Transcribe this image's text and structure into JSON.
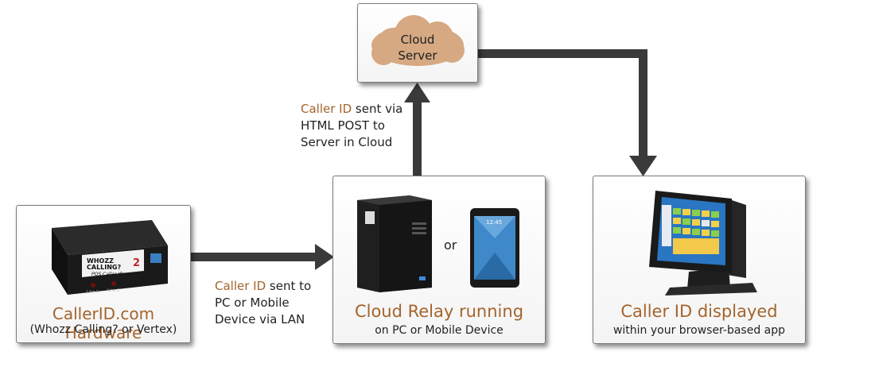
{
  "hardware": {
    "title": "CallerID.com Hardware",
    "subtitle": "(Whozz Calling? or Vertex)",
    "device_brand_line1": "WHOZZ",
    "device_brand_line2": "CALLING?",
    "device_model": "POS Caller ID",
    "device_line1_label": "Line 1",
    "device_line2_label": "Line 2"
  },
  "relay": {
    "title": "Cloud Relay running",
    "subtitle": "on PC or Mobile Device",
    "or_label": "or"
  },
  "cloud": {
    "line1": "Cloud",
    "line2": "Server"
  },
  "display": {
    "title": "Caller ID displayed",
    "subtitle": "within your browser-based app"
  },
  "note_lan": {
    "accent": "Caller ID",
    "line1_rest": " sent to",
    "line2": "PC or Mobile",
    "line3": "Device via LAN"
  },
  "note_post": {
    "accent": "Caller ID",
    "line1_rest": " sent via",
    "line2": "HTML POST to",
    "line3": "Server in Cloud"
  },
  "colors": {
    "accent": "#a4642c",
    "arrow": "#3a3a3a",
    "cloud_fill": "#d6a983"
  }
}
